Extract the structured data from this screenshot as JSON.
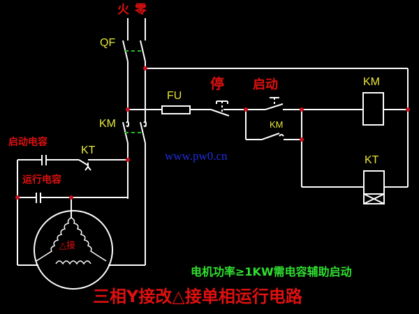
{
  "title": "三相Y接改△接单相运行电路",
  "note": "电机功率≥1KW需电容辅助启动",
  "watermark": "www.pw0.cn",
  "labels": {
    "live": "火",
    "neutral": "零",
    "breaker": "QF",
    "contactor_main": "KM",
    "fuse": "FU",
    "stop": "停",
    "start": "启动",
    "contactor_aux": "KM",
    "coil_km": "KM",
    "coil_kt": "KT",
    "timer_contact": "KT",
    "start_capacitor": "启动电容",
    "run_capacitor": "运行电容",
    "motor_connection": "△接"
  },
  "colors": {
    "wire": "#ffffff",
    "node": "#d01020",
    "dashed_link": "#20c020",
    "component_label": "#e6e63a",
    "chinese_label": "#e01010",
    "watermark": "#1f2fe0",
    "note": "#30e030"
  }
}
